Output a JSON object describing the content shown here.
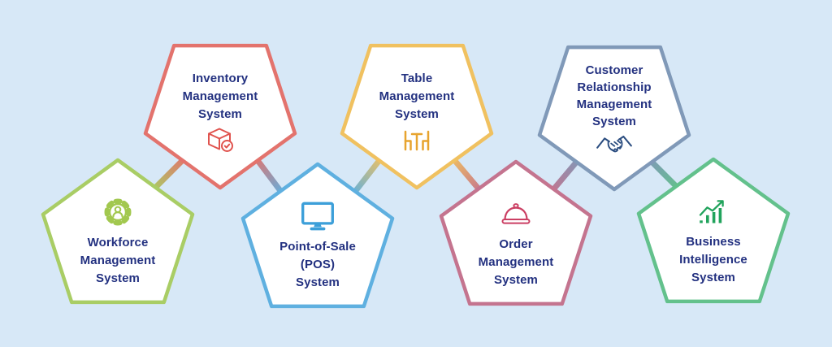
{
  "background_color": "#d7e8f7",
  "text_color": "#233180",
  "nodes": [
    {
      "id": "workforce",
      "label": "Workforce\nManagement\nSystem",
      "icon": "gear-person-icon",
      "border_color": "#a9cd65",
      "icon_color": "#a2c84f",
      "row": "bottom"
    },
    {
      "id": "inventory",
      "label": "Inventory\nManagement\nSystem",
      "icon": "box-check-icon",
      "border_color": "#e3736d",
      "icon_color": "#e0534e",
      "row": "top"
    },
    {
      "id": "pos",
      "label": "Point-of-Sale\n(POS)\nSystem",
      "icon": "monitor-icon",
      "border_color": "#5fb0e0",
      "icon_color": "#3c9fd9",
      "row": "bottom"
    },
    {
      "id": "table",
      "label": "Table\nManagement\nSystem",
      "icon": "table-chairs-icon",
      "border_color": "#f0c160",
      "icon_color": "#e7a42f",
      "row": "top"
    },
    {
      "id": "order",
      "label": "Order\nManagement\nSystem",
      "icon": "cloche-icon",
      "border_color": "#c4748f",
      "icon_color": "#cb3f63",
      "row": "bottom"
    },
    {
      "id": "crm",
      "label": "Customer\nRelationship\nManagement\nSystem",
      "icon": "handshake-icon",
      "border_color": "#8099b8",
      "icon_color": "#2b4d80",
      "row": "top"
    },
    {
      "id": "bi",
      "label": "Business\nIntelligence\nSystem",
      "icon": "chart-growth-icon",
      "border_color": "#63c18c",
      "icon_color": "#21a35c",
      "row": "bottom"
    }
  ],
  "connectors": [
    {
      "from": "inventory",
      "to": "workforce",
      "from_color": "#e3736d",
      "to_color": "#a9cd65"
    },
    {
      "from": "inventory",
      "to": "pos",
      "from_color": "#e3736d",
      "to_color": "#5fb0e0"
    },
    {
      "from": "table",
      "to": "pos",
      "from_color": "#f0c160",
      "to_color": "#5fb0e0"
    },
    {
      "from": "table",
      "to": "order",
      "from_color": "#f0c160",
      "to_color": "#c4748f"
    },
    {
      "from": "crm",
      "to": "order",
      "from_color": "#8099b8",
      "to_color": "#c4748f"
    },
    {
      "from": "crm",
      "to": "bi",
      "from_color": "#8099b8",
      "to_color": "#63c18c"
    }
  ]
}
